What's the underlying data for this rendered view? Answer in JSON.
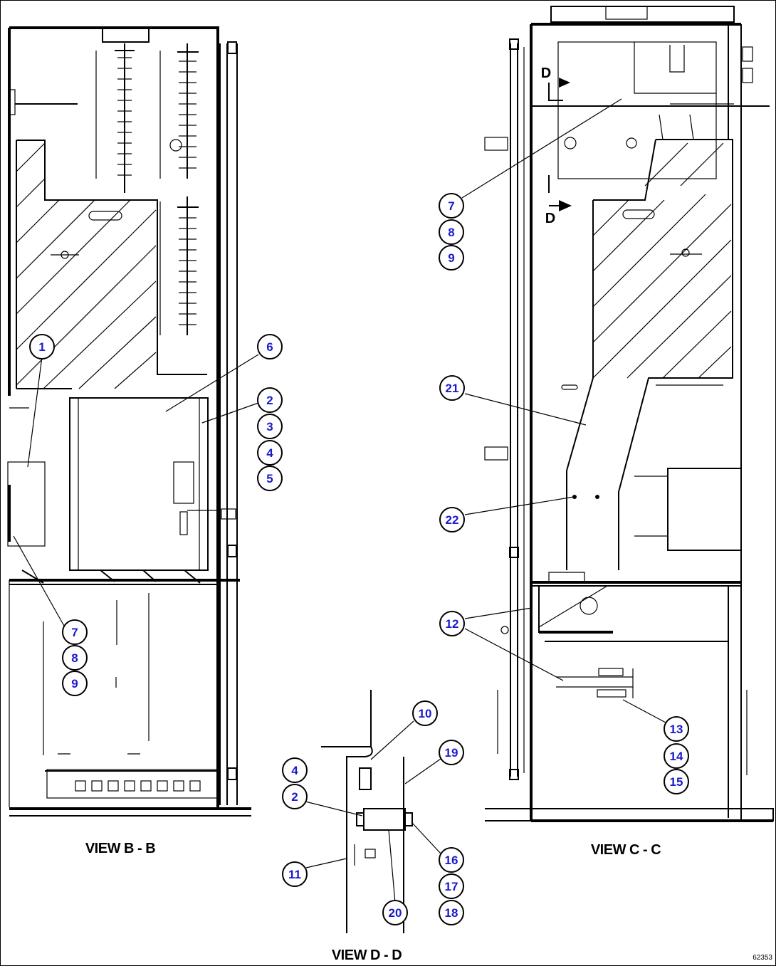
{
  "views": {
    "b": {
      "caption": "VIEW B - B"
    },
    "c": {
      "caption": "VIEW C - C",
      "section_marks": [
        "D",
        "D"
      ]
    },
    "d": {
      "caption": "VIEW D - D"
    }
  },
  "callouts": {
    "b": [
      "1",
      "6",
      "2",
      "3",
      "4",
      "5",
      "7",
      "8",
      "9"
    ],
    "c": [
      "7",
      "8",
      "9",
      "21",
      "22",
      "12",
      "13",
      "14",
      "15"
    ],
    "d": [
      "10",
      "19",
      "4",
      "2",
      "11",
      "16",
      "17",
      "18",
      "20"
    ]
  },
  "drawing_code": "62353"
}
